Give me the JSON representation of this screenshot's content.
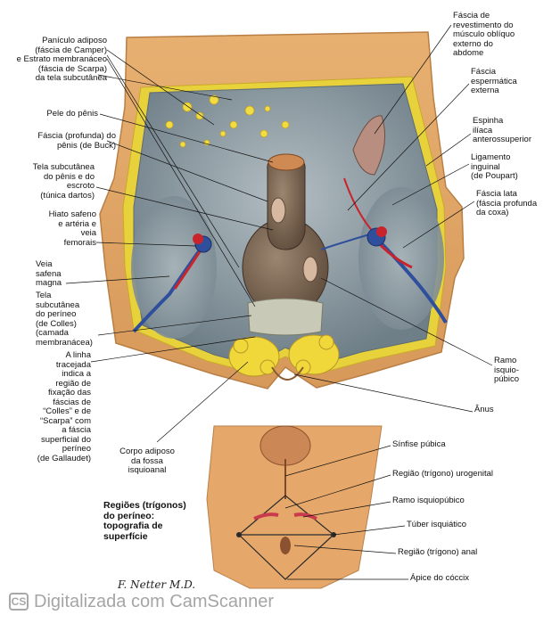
{
  "labels": {
    "paniculo": "Panículo adiposo\n(fáscia de Camper)\ne Estrato membranáceo\n(fáscia de Scarpa)\nda tela subcutânea",
    "pele_penis": "Pele do pênis",
    "fascia_buck": "Fáscia (profunda) do\npênis (de Buck)",
    "tela_dartos": "Tela subcutânea\ndo pênis e do\nescroto\n(túnica dartos)",
    "hiato_safeno": "Hiato safeno\ne artéria e\nveia\nfemorais",
    "veia_safena": "Veia\nsafena\nmagna",
    "colles": "Tela\nsubcutânea\ndo períneo\n(de Colles)\n(camada\nmembranácea)",
    "linha_tracejada": "A linha\ntracejada\nindica a\nregião de\nfixação das\nfáscias de\n“Colles” e de\n“Scarpa” com\na fáscia\nsuperficial do\nperíneo\n(de Gallaudet)",
    "corpo_adiposo": "Corpo adiposo\nda fossa\nisquioanal",
    "fascia_obliquo": "Fáscia de\nrevestimento do\nmúsculo oblíquo\nexterno do\nabdome",
    "fascia_espermatica": "Fáscia\nespermática\nexterna",
    "espinha_iliaca": "Espinha\nilíaca\nanterossuperior",
    "ligamento_inguinal": "Ligamento\ninguinal\n(de Poupart)",
    "fascia_lata": "Fáscia lata\n(fáscia profunda\nda coxa)",
    "ramo_isquiopubico": "Ramo\nisquio-\npúbico",
    "anus": "Ânus",
    "sinfise": "Sínfise púbica",
    "regiao_urogenital": "Região (trígono) urogenital",
    "ramo_isquiopubico2": "Ramo isquiopúbico",
    "tuber": "Túber isquiático",
    "regiao_anal": "Região (trígono) anal",
    "apice_coccix": "Ápice do cóccix",
    "inset_title": "Regiões (trígonos)\ndo períneo:\ntopografia de\nsuperfície"
  },
  "signature": "F. Netter M.D.",
  "footer": {
    "badge": "CS",
    "text": "Digitalizada com CamScanner"
  },
  "colors": {
    "skin": "#e2a763",
    "fascia": "#8f9ea6",
    "fat": "#e8d23c",
    "artery": "#c9232c",
    "vein": "#2f4f9c"
  }
}
